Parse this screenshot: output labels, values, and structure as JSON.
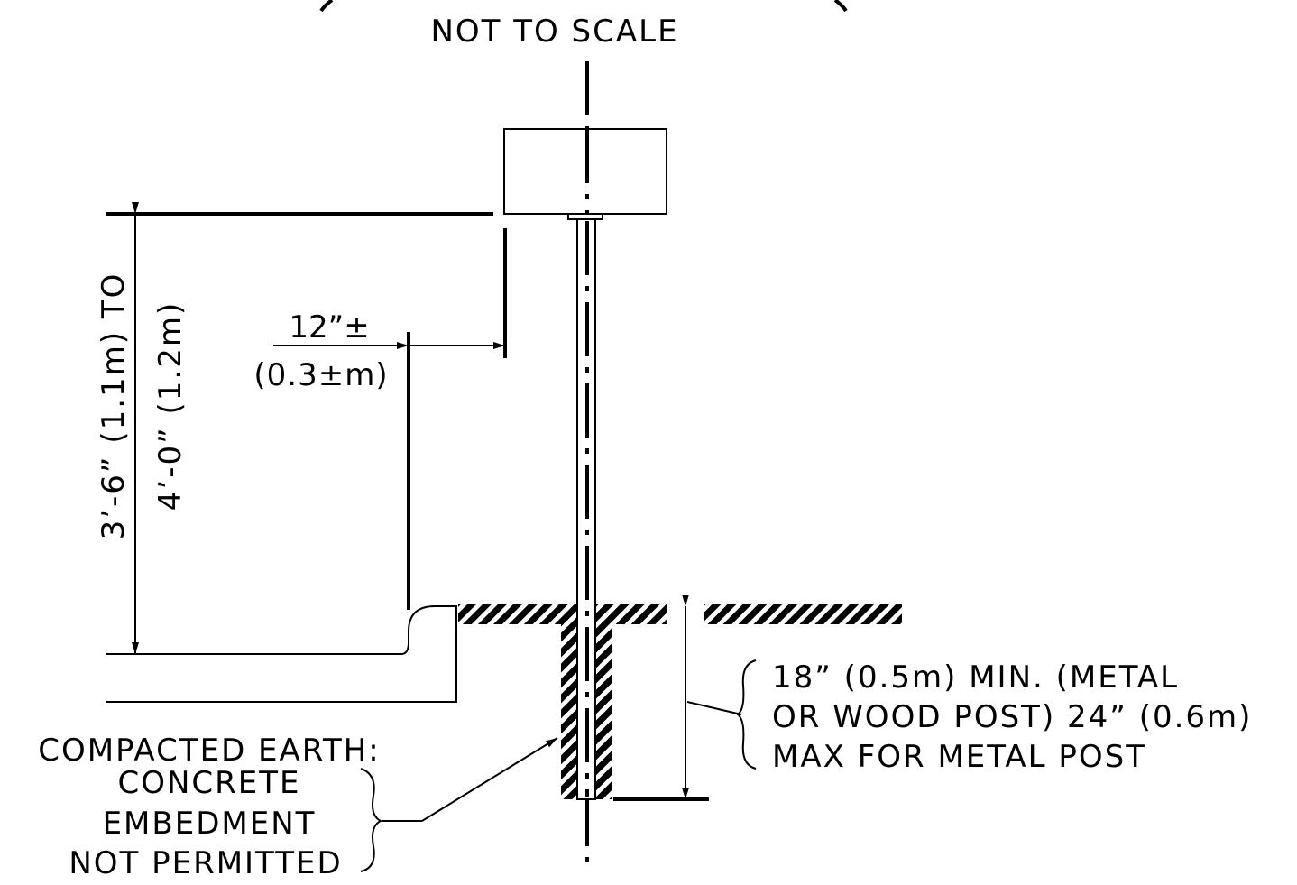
{
  "drawing": {
    "scale_note": "NOT TO SCALE",
    "height_dimension": {
      "line1": "3’-6” (1.1m) TO",
      "line2": "4’-0” (1.2m)"
    },
    "offset_dimension": {
      "line1": "12”±",
      "line2": "(0.3±m)"
    },
    "embedment_note": {
      "line1": "18” (0.5m) MIN. (METAL",
      "line2": "OR WOOD POST) 24” (0.6m)",
      "line3": "MAX FOR METAL POST"
    },
    "soil_note": {
      "line1": "COMPACTED EARTH:",
      "line2": "CONCRETE",
      "line3": "EMBEDMENT",
      "line4": "NOT PERMITTED"
    }
  }
}
